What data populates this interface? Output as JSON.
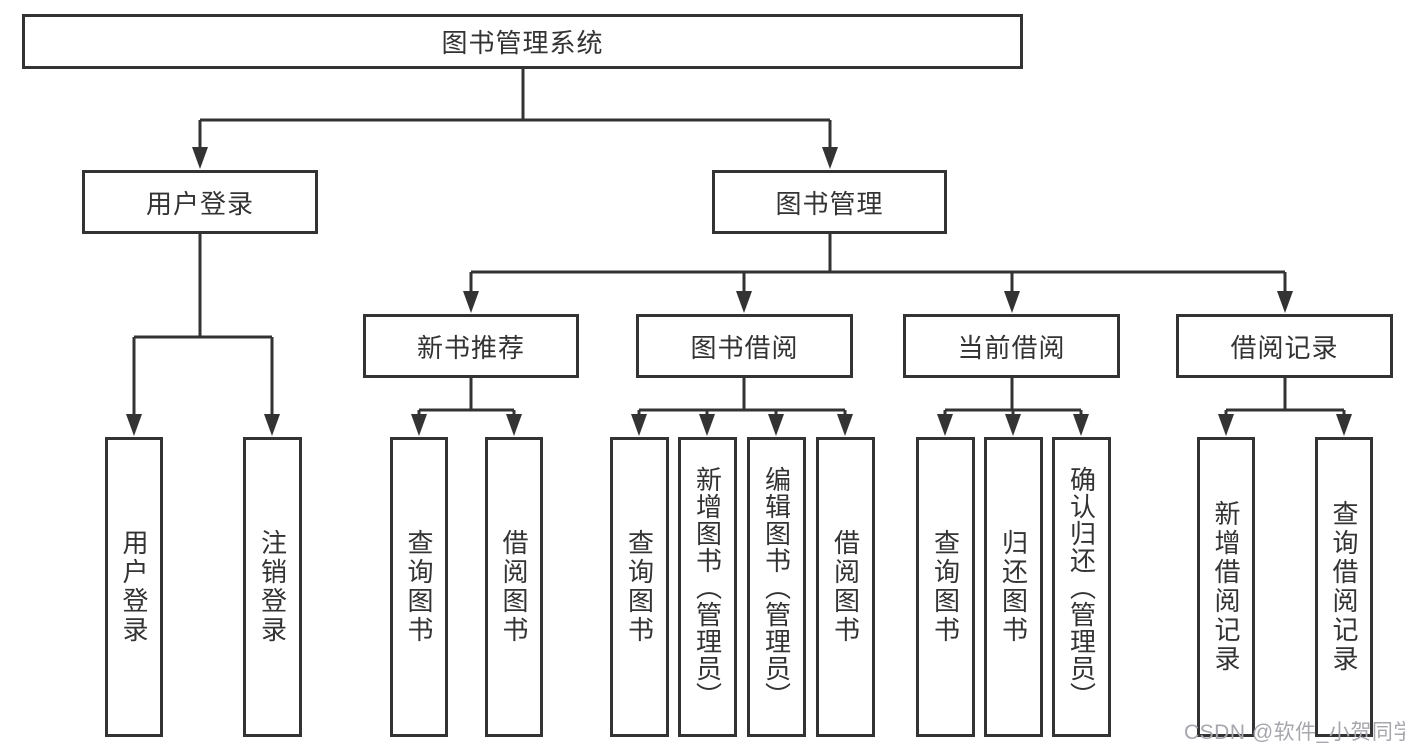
{
  "diagram": {
    "title": "图书管理系统",
    "nodes": {
      "root": {
        "label": "图书管理系统"
      },
      "user_login": {
        "label": "用户登录"
      },
      "book_mgmt": {
        "label": "图书管理"
      },
      "new_book_rec": {
        "label": "新书推荐"
      },
      "book_borrow": {
        "label": "图书借阅"
      },
      "current_borrow": {
        "label": "当前借阅"
      },
      "borrow_records": {
        "label": "借阅记录"
      },
      "leaf_user_login": {
        "label": "用户登录"
      },
      "leaf_logout": {
        "label": "注销登录"
      },
      "leaf_rec_query_book": {
        "label": "查询图书"
      },
      "leaf_rec_borrow_book": {
        "label": "借阅图书"
      },
      "leaf_bb_query_book": {
        "label": "查询图书"
      },
      "leaf_bb_add_book": {
        "label": "新增图书（管理员）"
      },
      "leaf_bb_edit_book": {
        "label": "编辑图书（管理员）"
      },
      "leaf_bb_borrow_book": {
        "label": "借阅图书"
      },
      "leaf_cb_query_book": {
        "label": "查询图书"
      },
      "leaf_cb_return_book": {
        "label": "归还图书"
      },
      "leaf_cb_confirm_return": {
        "label": "确认归还（管理员）"
      },
      "leaf_br_add_record": {
        "label": "新增借阅记录"
      },
      "leaf_br_query_record": {
        "label": "查询借阅记录"
      }
    },
    "colors": {
      "line": "#333333",
      "box_border": "#333333",
      "box_fill": "#ffffff",
      "text": "#333333",
      "watermark": "#a7a7ae",
      "background": "#ffffff"
    }
  },
  "watermark": {
    "text": "CSDN @软件_小贺同学"
  }
}
